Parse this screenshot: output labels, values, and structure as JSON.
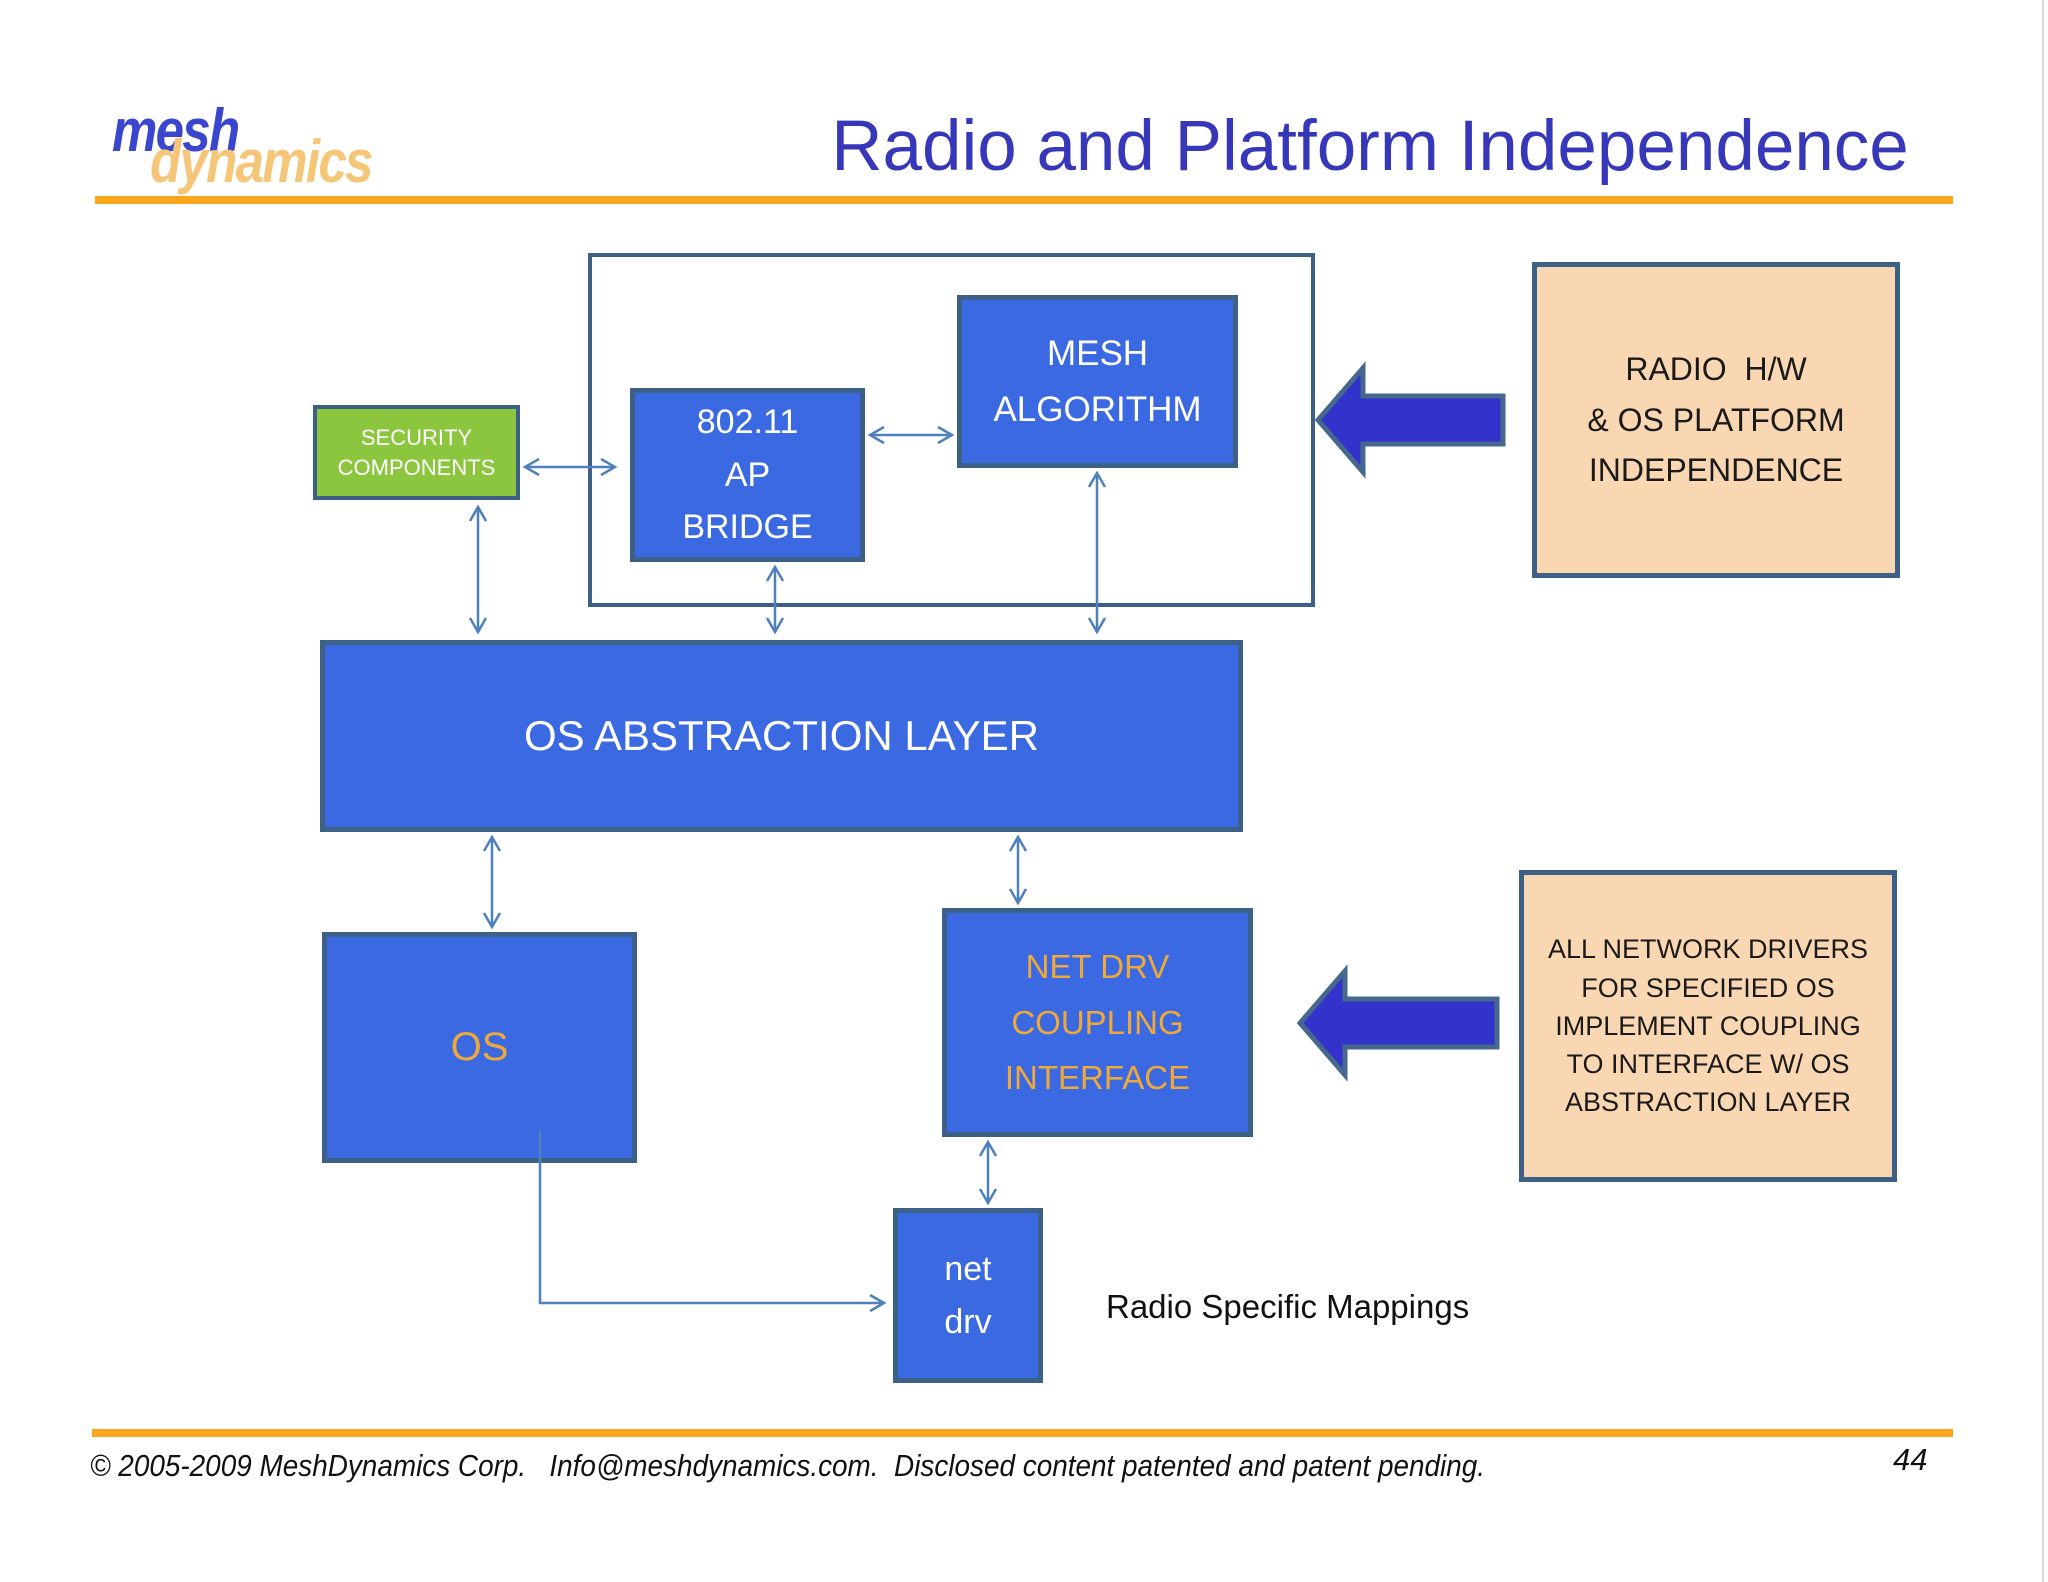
{
  "colors": {
    "accent_orange": "#F9A61C",
    "title_blue": "#3737BA",
    "logo_blue": "#3A46CE",
    "logo_tan": "#F5C678",
    "box_blue": "#3B69E1",
    "box_green": "#8CC63E",
    "peach": "#FAD7B3",
    "shape_border": "#3D6186",
    "big_arrow_blue": "#3333CC",
    "big_arrow_border": "#46688F",
    "connector_blue": "#4E80BC",
    "gold_text": "#EFA93B",
    "text_dark": "#1A1A1A"
  },
  "header": {
    "logo_line1": "mesh",
    "logo_line2": "dynamics",
    "title": "Radio and Platform Independence"
  },
  "diagram": {
    "security_components": {
      "lines": [
        "SECURITY",
        "COMPONENTS"
      ]
    },
    "ap_bridge": {
      "lines": [
        "802.11",
        "AP",
        "BRIDGE"
      ]
    },
    "mesh_algorithm": {
      "lines": [
        "MESH",
        "ALGORITHM"
      ]
    },
    "os_abstraction_layer": {
      "label": "OS ABSTRACTION LAYER"
    },
    "os": {
      "label": "OS"
    },
    "net_drv_coupling": {
      "lines": [
        "NET DRV",
        "COUPLING",
        "INTERFACE"
      ]
    },
    "net_drv": {
      "lines": [
        "net",
        "drv"
      ]
    },
    "radio_hw_note": {
      "lines": [
        "RADIO  H/W",
        "& OS PLATFORM",
        "INDEPENDENCE"
      ]
    },
    "drivers_note": {
      "lines": [
        "ALL NETWORK DRIVERS",
        "FOR SPECIFIED OS",
        "IMPLEMENT COUPLING",
        "TO INTERFACE W/ OS",
        "ABSTRACTION LAYER"
      ]
    },
    "caption": "Radio Specific Mappings"
  },
  "footer": {
    "copyright": "© 2005-2009 MeshDynamics Corp.   Info@meshdynamics.com.  Disclosed content patented and patent pending.",
    "page_number": "44"
  }
}
